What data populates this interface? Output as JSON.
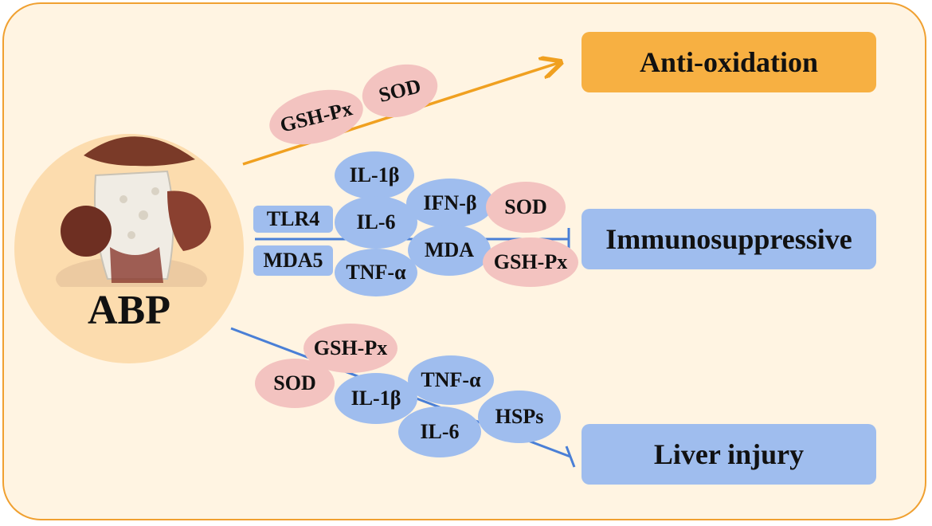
{
  "source": {
    "label": "ABP",
    "image_icon": "mushroom-illustration"
  },
  "outcomes": {
    "anti_oxidation": "Anti-oxidation",
    "immunosuppressive": "Immunosuppressive",
    "liver_injury": "Liver injury"
  },
  "anti_oxidation_branch": {
    "gshpx": "GSH-Px",
    "sod": "SOD"
  },
  "immune_branch": {
    "tlr4": "TLR4",
    "mda5": "MDA5",
    "il1b": "IL-1β",
    "il6": "IL-6",
    "tnfa": "TNF-α",
    "ifnb": "IFN-β",
    "mda": "MDA",
    "sod": "SOD",
    "gshpx": "GSH-Px"
  },
  "liver_branch": {
    "gshpx": "GSH-Px",
    "sod": "SOD",
    "il1b": "IL-1β",
    "tnfa": "TNF-α",
    "il6": "IL-6",
    "hsps": "HSPs"
  },
  "colors": {
    "frame_border": "#f0a030",
    "frame_fill": "#fff4e2",
    "blue": "#9fbdee",
    "pink": "#f3c3c0",
    "orange": "#f7b042",
    "line_orange": "#f0a020",
    "line_blue": "#4a7fd6"
  }
}
